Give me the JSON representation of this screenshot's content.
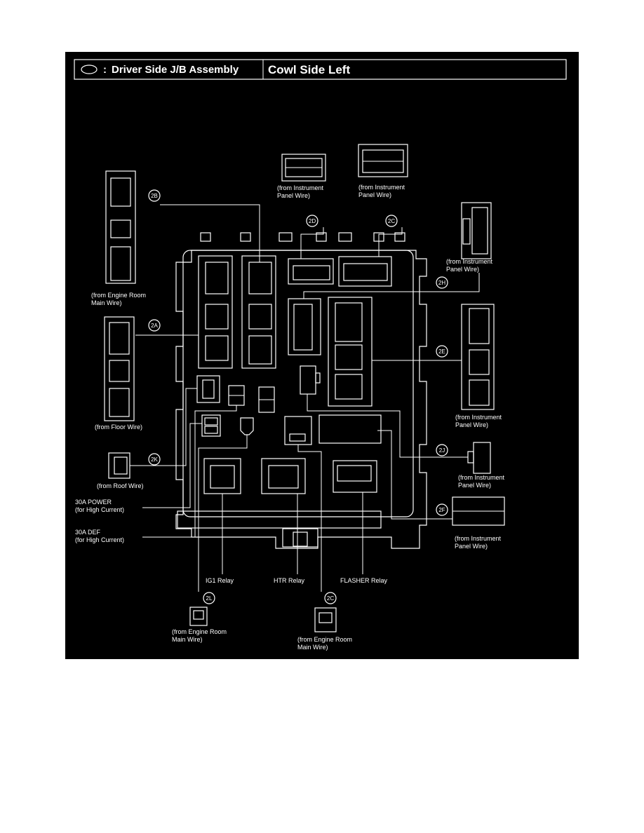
{
  "header": {
    "title": "Driver Side J/B Assembly",
    "separator": ":",
    "location": "Cowl Side Left"
  },
  "connectors": {
    "2A": {
      "code": "2A",
      "from": "(from Floor Wire)"
    },
    "2B": {
      "code": "2B",
      "from_line1": "(from Engine Room",
      "from_line2": "Main Wire)"
    },
    "2C": {
      "code": "2C",
      "from_line1": "(from Instrument",
      "from_line2": "Panel Wire)"
    },
    "2D": {
      "code": "2D",
      "from_line1": "(from Instrument",
      "from_line2": "Panel Wire)"
    },
    "2E": {
      "code": "2E",
      "from_line1": "(from Instrument",
      "from_line2": "Panel Wire)"
    },
    "2F": {
      "code": "2F",
      "from_line1": "(from Instrument",
      "from_line2": "Panel Wire)"
    },
    "2H": {
      "code": "2H",
      "from_line1": "(from Instrument",
      "from_line2": "Panel Wire)"
    },
    "2J": {
      "code": "2J",
      "from_line1": "(from Instrument",
      "from_line2": "Panel Wire)"
    },
    "2K": {
      "code": "2K",
      "from": "(from Roof Wire)"
    },
    "2L": {
      "code": "2L",
      "from_line1": "(from Engine Room",
      "from_line2": "Main Wire)"
    },
    "2C_bottom": {
      "code": "2C",
      "from_line1": "(from Engine Room",
      "from_line2": "Main Wire)"
    }
  },
  "fuses": {
    "power_line1": "30A POWER",
    "power_line2": "(for High Current)",
    "def_line1": "30A DEF",
    "def_line2": "(for High Current)"
  },
  "relays": {
    "ig1": "IG1 Relay",
    "htr": "HTR Relay",
    "flasher": "FLASHER Relay"
  },
  "colors": {
    "background": "#000000",
    "foreground": "#ffffff",
    "page": "#ffffff"
  }
}
